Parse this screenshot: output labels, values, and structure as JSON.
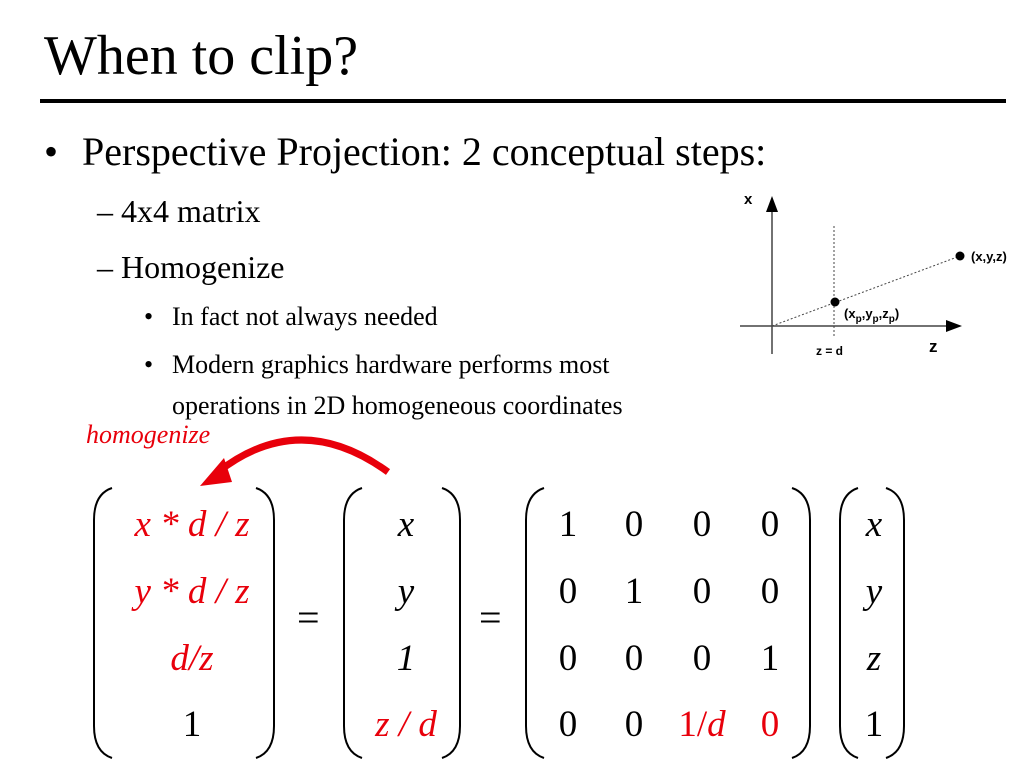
{
  "slide": {
    "title": "When to clip?",
    "bullet": "Perspective Projection: 2 conceptual steps:",
    "sub1": "4x4 matrix",
    "sub2": "Homogenize",
    "sub2a": "In fact not always needed",
    "sub2b_line1": "Modern graphics hardware performs most",
    "sub2b_line2": "operations in 2D homogeneous coordinates",
    "arrow_label": "homogenize",
    "bullet_glyph": "•",
    "dash_glyph": "–"
  },
  "diagram": {
    "axis_x": "x",
    "axis_z": "z",
    "point_xyz": "(x,y,z)",
    "point_p": "(xp,yp,zp)",
    "plane": "z = d"
  },
  "equation": {
    "col1": [
      "x * d / z",
      "y * d / z",
      "d/z",
      "1"
    ],
    "eq1": "=",
    "col2": [
      "x",
      "y",
      "1",
      "z / d"
    ],
    "eq2": "=",
    "matrix": [
      [
        "1",
        "0",
        "0",
        "0"
      ],
      [
        "0",
        "1",
        "0",
        "0"
      ],
      [
        "0",
        "0",
        "0",
        "1"
      ],
      [
        "0",
        "0",
        "1/d",
        "0"
      ]
    ],
    "col3": [
      "x",
      "y",
      "z",
      "1"
    ]
  },
  "colors": {
    "accent": "#e8000b",
    "text": "#000000"
  }
}
